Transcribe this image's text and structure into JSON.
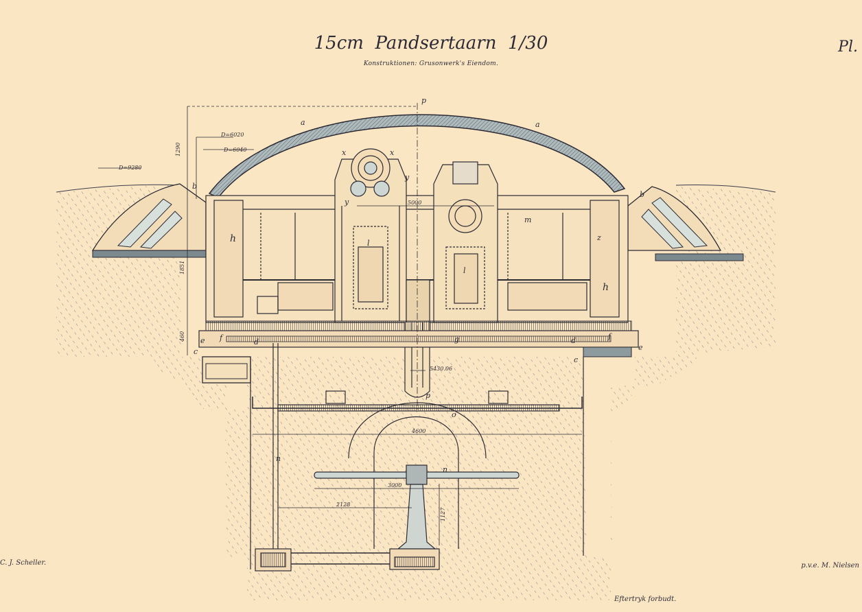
{
  "title": {
    "number": "15cm",
    "name": "Pandsertaarn",
    "fraction": "1/30",
    "subtitle": "Konstruktionen: Grusonwerk's Eiendom.",
    "plate": "Pl."
  },
  "footer": {
    "left": "C. J. Scheller.",
    "right": "p.v.e. M. Nielsen",
    "copyright": "Eftertryk forbudt."
  },
  "labels": {
    "diameters": [
      "D=6020",
      "D=6040",
      "D=9280"
    ],
    "dimensions": [
      "1290",
      "1851",
      "460",
      "5000",
      "5430.06",
      "4600",
      "3000",
      "2128",
      "1127"
    ],
    "parts": [
      "a",
      "a",
      "b",
      "b",
      "c",
      "c",
      "d",
      "d",
      "e",
      "e",
      "f",
      "f",
      "g",
      "h",
      "h",
      "l",
      "l",
      "m",
      "n",
      "n",
      "o",
      "p",
      "p",
      "x",
      "x",
      "y",
      "y",
      "z"
    ]
  }
}
